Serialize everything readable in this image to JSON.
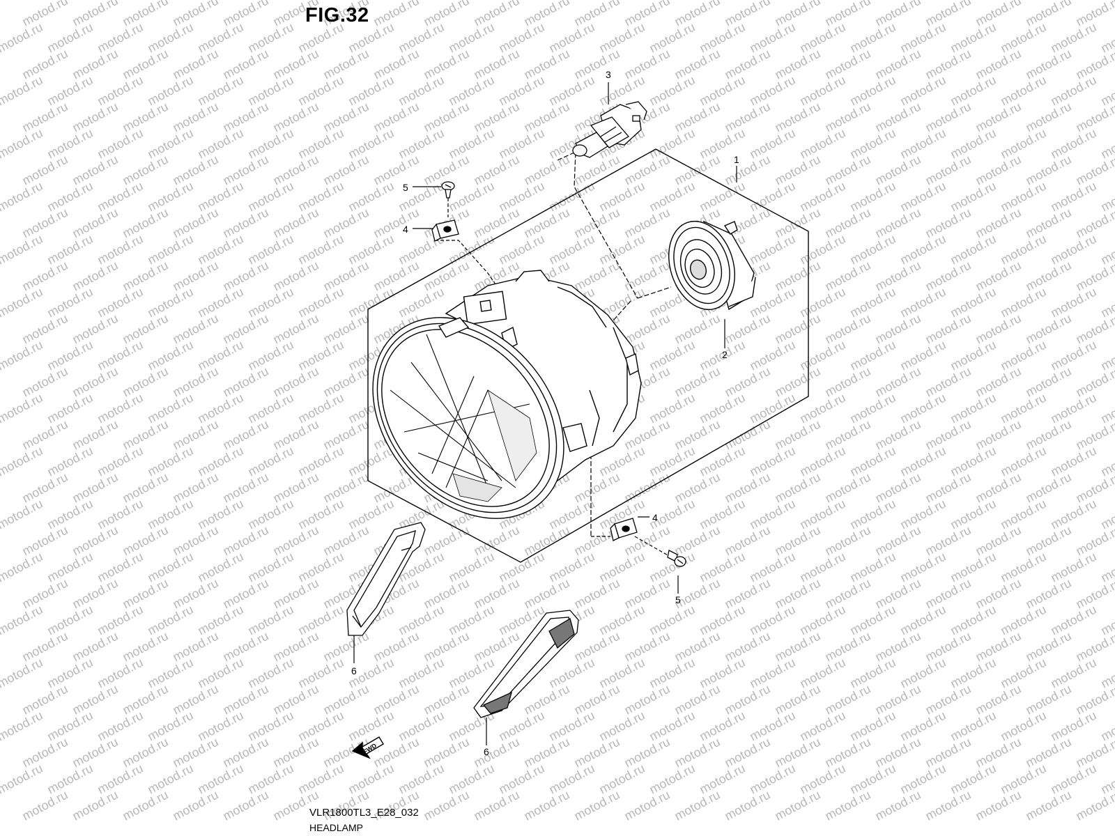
{
  "figure": {
    "title": "FIG.32",
    "code": "VLR1800TL3_E28_032",
    "name": "HEADLAMP"
  },
  "watermark": {
    "text": "motod.ru",
    "color": "#b8b8b8"
  },
  "callouts": [
    "1",
    "2",
    "3",
    "4",
    "5",
    "4",
    "5",
    "6",
    "6"
  ],
  "direction_marker": {
    "text": "FWD"
  },
  "colors": {
    "line": "#000000",
    "background": "#ffffff",
    "reflector": "#777777"
  }
}
